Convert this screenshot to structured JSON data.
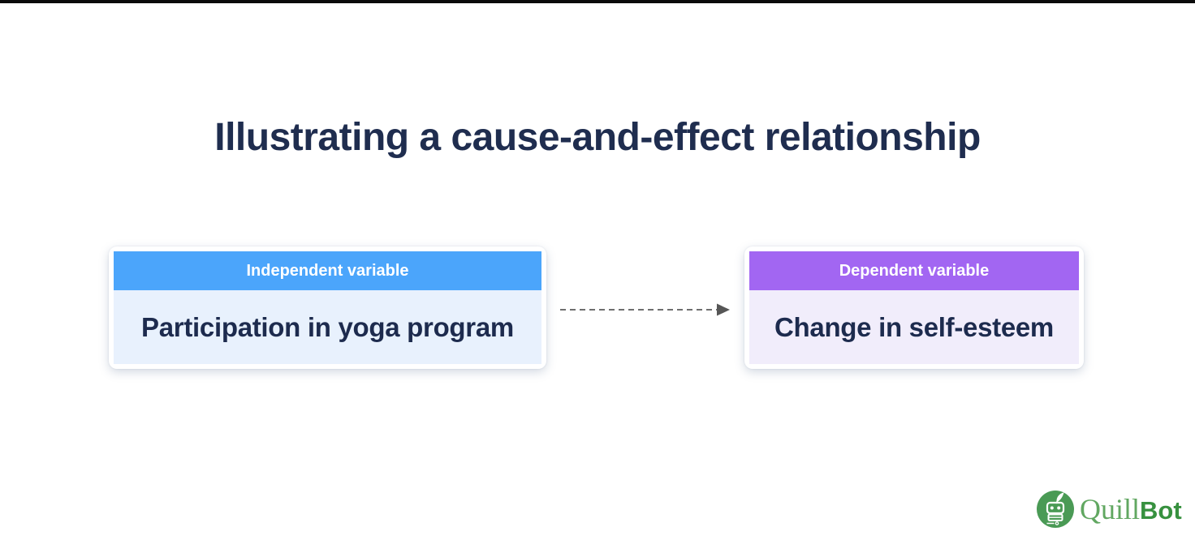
{
  "page": {
    "background": "#FFFFFF",
    "top_bar_color": "#0B0B0B"
  },
  "title": "Illustrating a cause-and-effect relationship",
  "diagram": {
    "cause_card": {
      "header_label": "Independent variable",
      "body_text": "Participation in yoga program",
      "header_color": "#4BA5FB",
      "body_color": "#E8F1FD"
    },
    "effect_card": {
      "header_label": "Dependent variable",
      "body_text": "Change in self-esteem",
      "header_color": "#A266F2",
      "body_color": "#F1EDFB"
    },
    "arrow": {
      "style": "dashed",
      "direction": "right",
      "color": "#6F6F6F",
      "head_color": "#565656"
    }
  },
  "branding": {
    "icon": "quillbot-robot-icon",
    "icon_color": "#4A9A55",
    "name_serif_part": "Quill",
    "name_bold_part": "Bot",
    "serif_color": "#61A761",
    "bold_color": "#37913F"
  },
  "colors": {
    "title_text": "#1F2D4F",
    "card_body_text": "#1D2B4E",
    "header_text": "#FFFFFF"
  }
}
